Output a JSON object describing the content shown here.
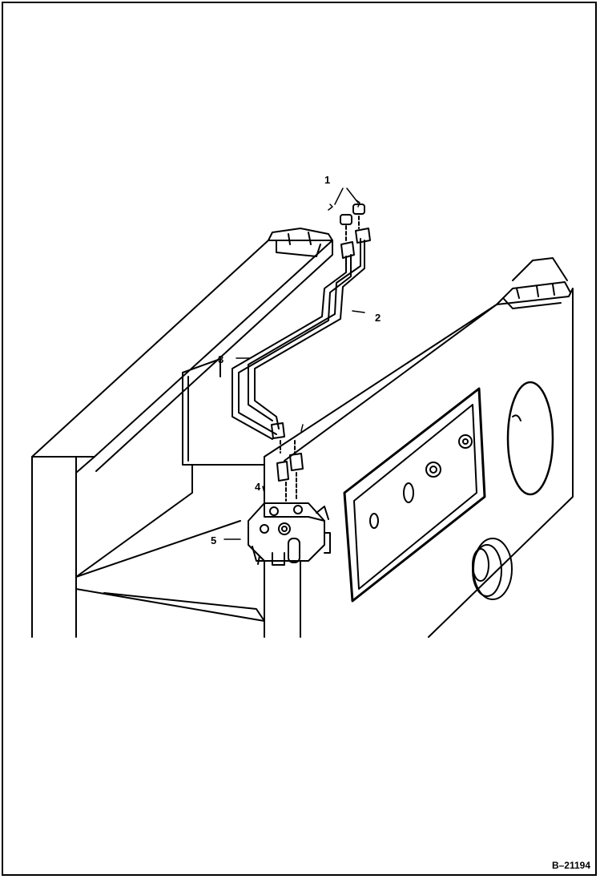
{
  "figure_id": "B–21194",
  "callouts": [
    "1",
    "2",
    "3",
    "4",
    "5"
  ],
  "icons": [
    "hydraulic-valve-icon",
    "tube-line-icon",
    "cap-plug-icon"
  ],
  "colors": {
    "ink": "#000000",
    "paper": "#ffffff"
  }
}
